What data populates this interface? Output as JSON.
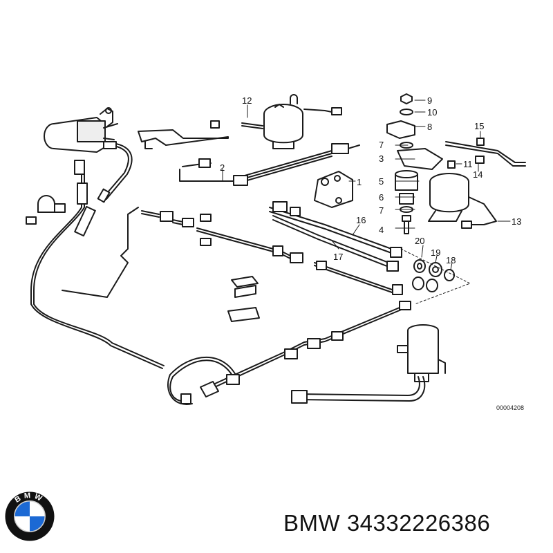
{
  "callouts": [
    {
      "label": "1"
    },
    {
      "label": "2"
    },
    {
      "label": "3"
    },
    {
      "label": "4"
    },
    {
      "label": "5"
    },
    {
      "label": "6"
    },
    {
      "label": "7"
    },
    {
      "label": "7"
    },
    {
      "label": "8"
    },
    {
      "label": "9"
    },
    {
      "label": "10"
    },
    {
      "label": "11"
    },
    {
      "label": "12"
    },
    {
      "label": "13"
    },
    {
      "label": "14"
    },
    {
      "label": "15"
    },
    {
      "label": "16"
    },
    {
      "label": "17"
    },
    {
      "label": "18"
    },
    {
      "label": "19"
    },
    {
      "label": "20"
    }
  ],
  "figure_id": "00004208",
  "brand": {
    "name": "BMW",
    "part_number": "34332226386",
    "logo_letters": "BMW"
  },
  "colors": {
    "line": "#1a1a1a",
    "logo_blue": "#1c69d4",
    "logo_ring": "#111111"
  }
}
